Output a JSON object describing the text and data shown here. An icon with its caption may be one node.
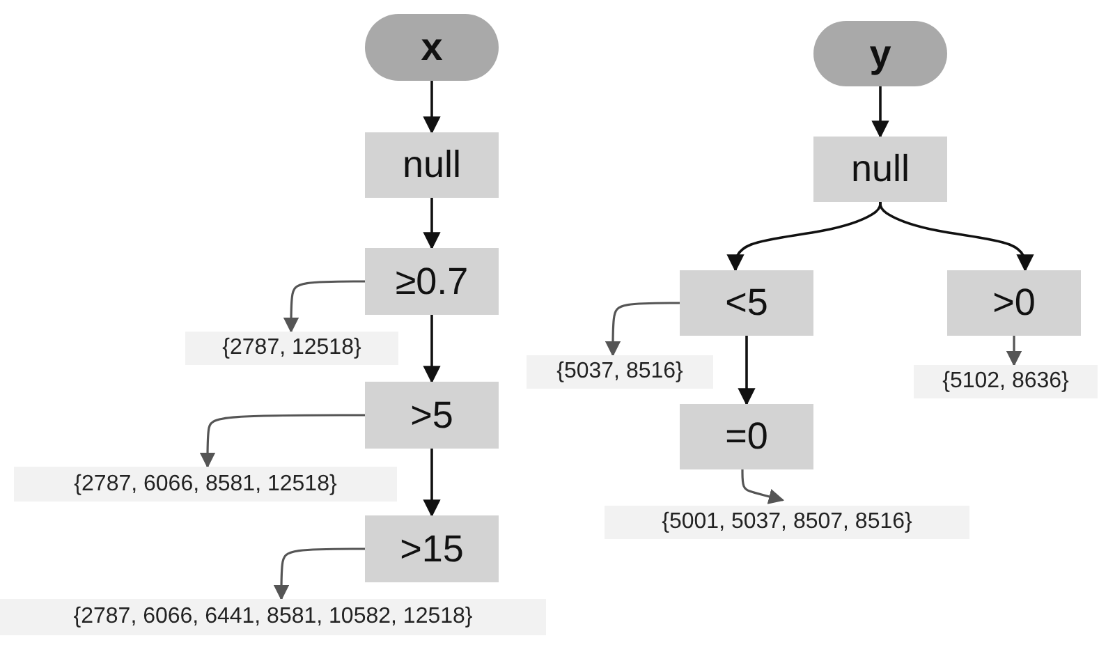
{
  "diagram": {
    "nodes": [
      {
        "text": [
          "x"
        ]
      },
      {
        "text": [
          "null"
        ]
      },
      {
        "text": [
          "≥0.7"
        ]
      },
      {
        "text": [
          "{2787, 12518}"
        ]
      },
      {
        "text": [
          ">5"
        ]
      },
      {
        "text": [
          "{2787, 6066, 8581, 12518}"
        ]
      },
      {
        "text": [
          ">15"
        ]
      },
      {
        "text": [
          "{2787, 6066, 6441, 8581, 10582, 12518}"
        ]
      },
      {
        "text": [
          "y"
        ]
      },
      {
        "text": [
          "null"
        ]
      },
      {
        "text": [
          "<5"
        ]
      },
      {
        "text": [
          ">0"
        ]
      },
      {
        "text": [
          "{5037, 8516}"
        ]
      },
      {
        "text": [
          "=0"
        ]
      },
      {
        "text": [
          "{5102, 8636}"
        ]
      },
      {
        "text": [
          "{5001, 5037, 8507, 8516}"
        ]
      }
    ],
    "edges": [
      {
        "from": 0,
        "to": 1,
        "arrow": "to"
      },
      {
        "from": 1,
        "to": 2,
        "arrow": "to"
      },
      {
        "from": 2,
        "to": 3,
        "arrow": "to",
        "color": "#555555"
      },
      {
        "from": 2,
        "to": 4,
        "arrow": "to"
      },
      {
        "from": 4,
        "to": 5,
        "arrow": "to",
        "color": "#555555"
      },
      {
        "from": 4,
        "to": 6,
        "arrow": "to"
      },
      {
        "from": 6,
        "to": 7,
        "arrow": "to",
        "color": "#555555"
      },
      {
        "from": 8,
        "to": 9,
        "arrow": "to"
      },
      {
        "from": 9,
        "to": 10,
        "arrow": "to"
      },
      {
        "from": 9,
        "to": 11,
        "arrow": "to"
      },
      {
        "from": 10,
        "to": 12,
        "arrow": "to",
        "color": "#555555"
      },
      {
        "from": 10,
        "to": 13,
        "arrow": "to"
      },
      {
        "from": 11,
        "to": 14,
        "arrow": "to",
        "color": "#555555"
      },
      {
        "from": 13,
        "to": 15,
        "arrow": "to",
        "color": "#555555"
      }
    ]
  }
}
